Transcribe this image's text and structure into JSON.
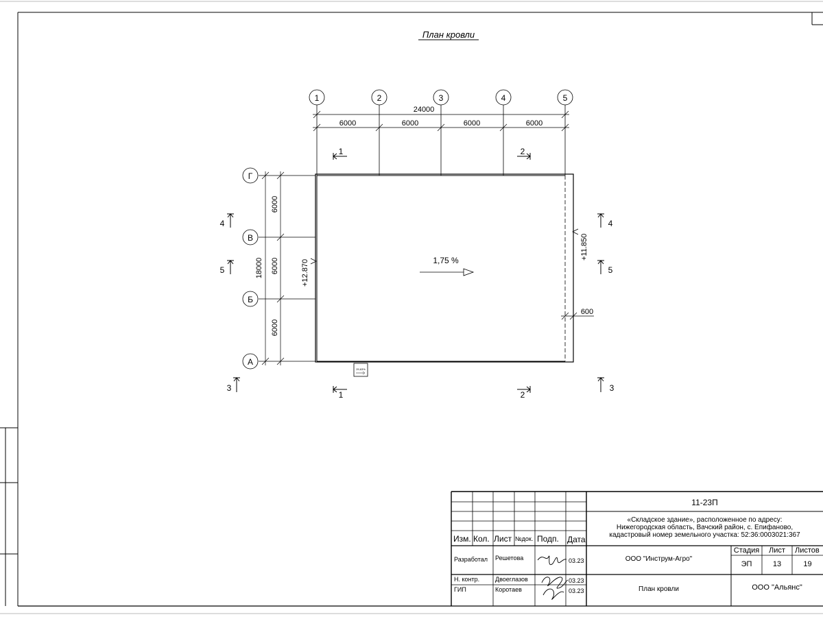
{
  "drawing": {
    "title": "План кровли",
    "axes_columns": [
      "1",
      "2",
      "3",
      "4",
      "5"
    ],
    "axes_rows": [
      "Г",
      "В",
      "Б",
      "А"
    ],
    "dim_total_horizontal": "24000",
    "dims_horizontal": [
      "6000",
      "6000",
      "6000",
      "6000"
    ],
    "dim_total_vertical": "18000",
    "dims_vertical": [
      "6000",
      "6000",
      "6000"
    ],
    "slope": "1,75 %",
    "elevation_left": "+12.870",
    "elevation_right": "+11.850",
    "dim_overhang": "600",
    "drain_label": "29,63%",
    "section_marks": {
      "top_left": "1",
      "top_right": "2",
      "bottom_left": "1",
      "bottom_right": "2",
      "left_4": "4",
      "left_5": "5",
      "left_3": "3",
      "right_4": "4",
      "right_5": "5",
      "right_3": "3"
    }
  },
  "title_block": {
    "project_code": "11-23П",
    "object_description": "«Складское здание», расположенное по адресу: Нижегородская область, Вачский район, с. Епифаново, кадастровый номер земельного участка: 52:36:0003021:367",
    "object_line1": "«Складское здание», расположенное по адресу:",
    "object_line2": "Нижегородская область, Вачский район, с. Епифаново,",
    "object_line3": "кадастровый номер земельного участка: 52:36:0003021:367",
    "header": {
      "izm": "Изм.",
      "kol": "Кол.",
      "list": "Лист",
      "ndok": "№док.",
      "podp": "Подп.",
      "data": "Дата"
    },
    "rows": [
      {
        "role": "Разработал",
        "name": "Решетова",
        "date": "03.23"
      },
      {
        "role": "Н. контр.",
        "name": "Двоеглазов",
        "date": "03.23"
      },
      {
        "role": "ГИП",
        "name": "Коротаев",
        "date": "03.23"
      }
    ],
    "customer": "ООО \"Инструм-Агро\"",
    "stage_label": "Стадия",
    "sheet_label": "Лист",
    "sheets_label": "Листов",
    "stage": "ЭП",
    "sheet": "13",
    "sheets": "19",
    "sheet_name": "План кровли",
    "organization": "ООО \"Альянс\""
  }
}
